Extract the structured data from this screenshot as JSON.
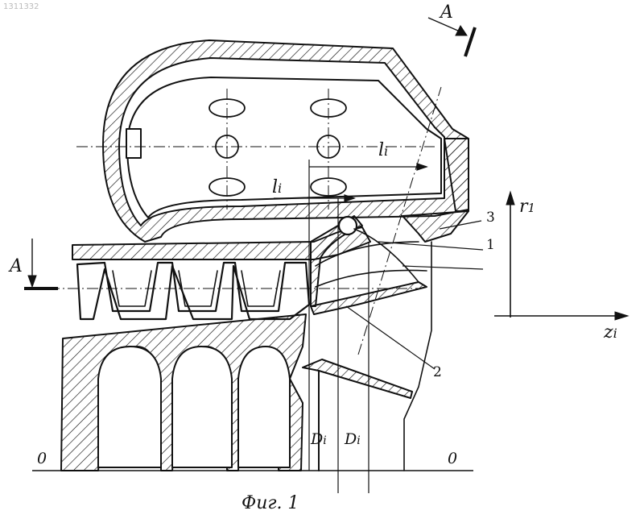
{
  "figure": {
    "caption": "Фиг. 1",
    "doc_number": "1311332",
    "section_label": "A",
    "length_label": "l",
    "length_sub": "i",
    "diameter_label": "D",
    "diameter_sub": "i",
    "axis_r_label": "r",
    "axis_r_sub": "1",
    "axis_z_label": "z",
    "axis_z_sub": "i",
    "origin_label": "0",
    "callouts": [
      "1",
      "2",
      "3"
    ]
  },
  "colors": {
    "ink": "#111111",
    "paper": "#ffffff"
  }
}
